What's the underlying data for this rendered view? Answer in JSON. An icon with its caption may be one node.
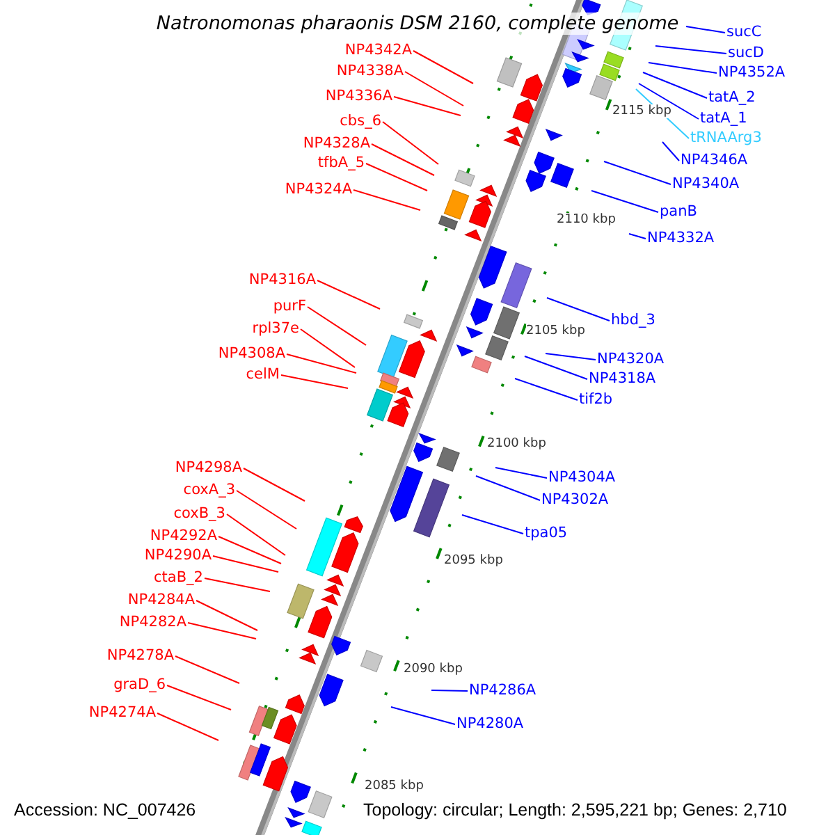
{
  "diagram": {
    "title": "Natronomonas pharaonis DSM 2160, complete genome",
    "nodes": [
      {
        "text": [
          "NP4342A"
        ]
      },
      {
        "text": [
          "NP4338A"
        ]
      },
      {
        "text": [
          "NP4336A"
        ]
      },
      {
        "text": [
          "cbs_6"
        ]
      },
      {
        "text": [
          "NP4328A"
        ]
      },
      {
        "text": [
          "tfbA_5"
        ]
      },
      {
        "text": [
          "NP4324A"
        ]
      },
      {
        "text": [
          "NP4316A"
        ]
      },
      {
        "text": [
          "purF"
        ]
      },
      {
        "text": [
          "rpl37e"
        ]
      },
      {
        "text": [
          "NP4308A"
        ]
      },
      {
        "text": [
          "celM"
        ]
      },
      {
        "text": [
          "NP4298A"
        ]
      },
      {
        "text": [
          "coxA_3"
        ]
      },
      {
        "text": [
          "coxB_3"
        ]
      },
      {
        "text": [
          "NP4292A"
        ]
      },
      {
        "text": [
          "NP4290A"
        ]
      },
      {
        "text": [
          "ctaB_2"
        ]
      },
      {
        "text": [
          "NP4284A"
        ]
      },
      {
        "text": [
          "NP4282A"
        ]
      },
      {
        "text": [
          "NP4278A"
        ]
      },
      {
        "text": [
          "graD_6"
        ]
      },
      {
        "text": [
          "NP4274A"
        ]
      },
      {
        "text": [
          "sucC"
        ]
      },
      {
        "text": [
          "sucD"
        ]
      },
      {
        "text": [
          "NP4352A"
        ]
      },
      {
        "text": [
          "tatA_2"
        ]
      },
      {
        "text": [
          "tatA_1"
        ]
      },
      {
        "text": [
          "tRNAArg3"
        ]
      },
      {
        "text": [
          "NP4346A"
        ]
      },
      {
        "text": [
          "NP4340A"
        ]
      },
      {
        "text": [
          "panB"
        ]
      },
      {
        "text": [
          "NP4332A"
        ]
      },
      {
        "text": [
          "hbd_3"
        ]
      },
      {
        "text": [
          "NP4320A"
        ]
      },
      {
        "text": [
          "NP4318A"
        ]
      },
      {
        "text": [
          "tif2b"
        ]
      },
      {
        "text": [
          "NP4304A"
        ]
      },
      {
        "text": [
          "NP4302A"
        ]
      },
      {
        "text": [
          "tpa05"
        ]
      },
      {
        "text": [
          "NP4286A"
        ]
      },
      {
        "text": [
          "NP4280A"
        ]
      }
    ],
    "edges": [
      {
        "from": 0,
        "to": null,
        "arrow": "none"
      },
      {
        "from": 1,
        "to": null,
        "arrow": "none"
      },
      {
        "from": 2,
        "to": null,
        "arrow": "none"
      },
      {
        "from": 3,
        "to": null,
        "arrow": "none"
      },
      {
        "from": 4,
        "to": null,
        "arrow": "none"
      },
      {
        "from": 5,
        "to": null,
        "arrow": "none"
      },
      {
        "from": 6,
        "to": null,
        "arrow": "none"
      },
      {
        "from": 7,
        "to": null,
        "arrow": "none"
      },
      {
        "from": 8,
        "to": null,
        "arrow": "none"
      },
      {
        "from": 9,
        "to": null,
        "arrow": "none"
      },
      {
        "from": 10,
        "to": null,
        "arrow": "none"
      },
      {
        "from": 11,
        "to": null,
        "arrow": "none"
      },
      {
        "from": 12,
        "to": null,
        "arrow": "none"
      },
      {
        "from": 13,
        "to": null,
        "arrow": "none"
      },
      {
        "from": 14,
        "to": null,
        "arrow": "none"
      },
      {
        "from": 15,
        "to": null,
        "arrow": "none"
      },
      {
        "from": 16,
        "to": null,
        "arrow": "none"
      },
      {
        "from": 17,
        "to": null,
        "arrow": "none"
      },
      {
        "from": 18,
        "to": null,
        "arrow": "none"
      },
      {
        "from": 19,
        "to": null,
        "arrow": "none"
      },
      {
        "from": 20,
        "to": null,
        "arrow": "none"
      },
      {
        "from": 21,
        "to": null,
        "arrow": "none"
      },
      {
        "from": 22,
        "to": null,
        "arrow": "none"
      },
      {
        "from": 23,
        "to": null,
        "arrow": "none",
        "color": "#0000ff"
      },
      {
        "from": 24,
        "to": null,
        "arrow": "none",
        "color": "#0000ff"
      },
      {
        "from": 25,
        "to": null,
        "arrow": "none",
        "color": "#0000ff"
      },
      {
        "from": 26,
        "to": null,
        "arrow": "none",
        "color": "#0000ff"
      },
      {
        "from": 27,
        "to": null,
        "arrow": "none",
        "color": "#0000ff"
      },
      {
        "from": 28,
        "to": null,
        "arrow": "none",
        "color": "#33ccff"
      },
      {
        "from": 29,
        "to": null,
        "arrow": "none",
        "color": "#0000ff"
      },
      {
        "from": 30,
        "to": null,
        "arrow": "none",
        "color": "#0000ff"
      },
      {
        "from": 31,
        "to": null,
        "arrow": "none",
        "color": "#0000ff"
      },
      {
        "from": 32,
        "to": null,
        "arrow": "none",
        "color": "#0000ff"
      },
      {
        "from": 33,
        "to": null,
        "arrow": "none",
        "color": "#0000ff"
      },
      {
        "from": 34,
        "to": null,
        "arrow": "none",
        "color": "#0000ff"
      },
      {
        "from": 35,
        "to": null,
        "arrow": "none",
        "color": "#0000ff"
      },
      {
        "from": 36,
        "to": null,
        "arrow": "none",
        "color": "#0000ff"
      },
      {
        "from": 37,
        "to": null,
        "arrow": "none",
        "color": "#0000ff"
      },
      {
        "from": 38,
        "to": null,
        "arrow": "none",
        "color": "#0000ff"
      },
      {
        "from": 39,
        "to": null,
        "arrow": "none",
        "color": "#0000ff"
      },
      {
        "from": 40,
        "to": null,
        "arrow": "none",
        "color": "#0000ff"
      },
      {
        "from": 41,
        "to": null,
        "arrow": "none",
        "color": "#0000ff"
      }
    ],
    "labels": [
      "2115 kbp",
      "2110 kbp",
      "2105 kbp",
      "2100 kbp",
      "2095 kbp",
      "2090 kbp",
      "2085 kbp",
      "Accession: NC_007426",
      "Topology: circular; Length: 2,595,221 bp; Genes: 2,710"
    ]
  }
}
